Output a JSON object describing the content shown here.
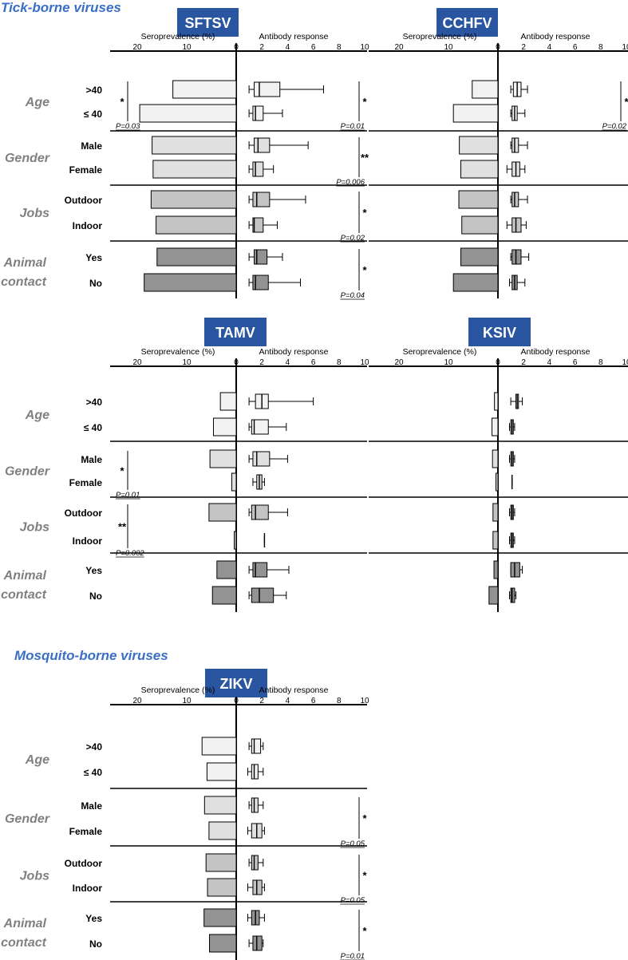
{
  "section_titles": [
    "Tick-borne viruses",
    "Mosquito-borne viruses"
  ],
  "axis_headers": {
    "seroprevalence": "Seroprevalence (%)",
    "antibody": "Antibody response"
  },
  "sero_ticks": [
    "20",
    "10",
    "0"
  ],
  "anti_ticks": [
    "0",
    "2",
    "4",
    "6",
    "8",
    "10"
  ],
  "groups": [
    {
      "title": "Age",
      "rows": [
        ">40",
        "≤ 40"
      ]
    },
    {
      "title": "Gender",
      "rows": [
        "Male",
        "Female"
      ]
    },
    {
      "title": "Jobs",
      "rows": [
        "Outdoor",
        "Indoor"
      ]
    },
    {
      "title": "Animal contact",
      "title_lines": [
        "Animal",
        "contact"
      ],
      "rows": [
        "Yes",
        "No"
      ]
    }
  ],
  "colors": {
    "age": "#f2f2f2",
    "gender": "#e0e0e0",
    "jobs": "#c4c4c4",
    "animal": "#939393",
    "header_bg": "#2a55a0",
    "section_title": "#3a6fc4",
    "group_label": "#808080"
  },
  "chart_data": [
    {
      "type": "bar",
      "virus": "SFTSV",
      "xlim_seroprevalence": [
        0,
        25
      ],
      "xlim_antibody": [
        0,
        10
      ],
      "rows": [
        {
          "group": "Age",
          "category": ">40",
          "seroprevalence": 12.8,
          "box": {
            "min": 1.0,
            "q1": 1.4,
            "median": 1.8,
            "q3": 3.4,
            "max": 6.8
          }
        },
        {
          "group": "Age",
          "category": "≤ 40",
          "seroprevalence": 19.5,
          "box": {
            "min": 1.0,
            "q1": 1.3,
            "median": 1.5,
            "q3": 2.1,
            "max": 3.6
          }
        },
        {
          "group": "Gender",
          "category": "Male",
          "seroprevalence": 17.0,
          "box": {
            "min": 1.0,
            "q1": 1.4,
            "median": 1.7,
            "q3": 2.6,
            "max": 5.6
          }
        },
        {
          "group": "Gender",
          "category": "Female",
          "seroprevalence": 16.8,
          "box": {
            "min": 1.0,
            "q1": 1.3,
            "median": 1.5,
            "q3": 2.1,
            "max": 2.9
          }
        },
        {
          "group": "Jobs",
          "category": "Outdoor",
          "seroprevalence": 17.2,
          "box": {
            "min": 1.0,
            "q1": 1.3,
            "median": 1.6,
            "q3": 2.6,
            "max": 5.4
          }
        },
        {
          "group": "Jobs",
          "category": "Indoor",
          "seroprevalence": 16.2,
          "box": {
            "min": 1.0,
            "q1": 1.3,
            "median": 1.4,
            "q3": 2.1,
            "max": 3.2
          }
        },
        {
          "group": "Animal contact",
          "category": "Yes",
          "seroprevalence": 16.0,
          "box": {
            "min": 1.0,
            "q1": 1.4,
            "median": 1.6,
            "q3": 2.4,
            "max": 3.6
          }
        },
        {
          "group": "Animal contact",
          "category": "No",
          "seroprevalence": 18.6,
          "box": {
            "min": 1.0,
            "q1": 1.3,
            "median": 1.5,
            "q3": 2.5,
            "max": 5.0
          }
        }
      ],
      "significance": [
        {
          "side": "sero",
          "rows": [
            0,
            1
          ],
          "stars": "*",
          "p": "P=0.03"
        },
        {
          "side": "anti",
          "rows": [
            0,
            1
          ],
          "stars": "*",
          "p": "P=0.01"
        },
        {
          "side": "anti",
          "rows": [
            2,
            3
          ],
          "stars": "**",
          "p": "P=0.006"
        },
        {
          "side": "anti",
          "rows": [
            4,
            5
          ],
          "stars": "*",
          "p": "P=0.02"
        },
        {
          "side": "anti",
          "rows": [
            6,
            7
          ],
          "stars": "*",
          "p": "P=0.04"
        }
      ]
    },
    {
      "type": "bar",
      "virus": "CCHFV",
      "xlim_seroprevalence": [
        0,
        25
      ],
      "xlim_antibody": [
        0,
        10
      ],
      "rows": [
        {
          "group": "Age",
          "category": ">40",
          "seroprevalence": 5.2,
          "box": {
            "min": 1.0,
            "q1": 1.2,
            "median": 1.5,
            "q3": 1.8,
            "max": 2.3
          }
        },
        {
          "group": "Age",
          "category": "≤ 40",
          "seroprevalence": 9.0,
          "box": {
            "min": 1.0,
            "q1": 1.1,
            "median": 1.3,
            "q3": 1.5,
            "max": 2.1
          }
        },
        {
          "group": "Gender",
          "category": "Male",
          "seroprevalence": 7.8,
          "box": {
            "min": 1.0,
            "q1": 1.1,
            "median": 1.3,
            "q3": 1.6,
            "max": 2.3
          }
        },
        {
          "group": "Gender",
          "category": "Female",
          "seroprevalence": 7.5,
          "box": {
            "min": 0.7,
            "q1": 1.1,
            "median": 1.4,
            "q3": 1.7,
            "max": 2.1
          }
        },
        {
          "group": "Jobs",
          "category": "Outdoor",
          "seroprevalence": 7.9,
          "box": {
            "min": 1.0,
            "q1": 1.1,
            "median": 1.3,
            "q3": 1.6,
            "max": 2.3
          }
        },
        {
          "group": "Jobs",
          "category": "Indoor",
          "seroprevalence": 7.3,
          "box": {
            "min": 0.7,
            "q1": 1.1,
            "median": 1.4,
            "q3": 1.8,
            "max": 2.2
          }
        },
        {
          "group": "Animal contact",
          "category": "Yes",
          "seroprevalence": 7.5,
          "box": {
            "min": 1.0,
            "q1": 1.1,
            "median": 1.4,
            "q3": 1.8,
            "max": 2.4
          }
        },
        {
          "group": "Animal contact",
          "category": "No",
          "seroprevalence": 9.0,
          "box": {
            "min": 0.9,
            "q1": 1.1,
            "median": 1.3,
            "q3": 1.5,
            "max": 2.1
          }
        }
      ],
      "significance": [
        {
          "side": "anti",
          "rows": [
            0,
            1
          ],
          "stars": "*",
          "p": "P=0.02"
        }
      ]
    },
    {
      "type": "bar",
      "virus": "TAMV",
      "xlim_seroprevalence": [
        0,
        25
      ],
      "xlim_antibody": [
        0,
        10
      ],
      "rows": [
        {
          "group": "Age",
          "category": ">40",
          "seroprevalence": 3.2,
          "box": {
            "min": 1.0,
            "q1": 1.5,
            "median": 2.0,
            "q3": 2.5,
            "max": 6.0
          }
        },
        {
          "group": "Age",
          "category": "≤ 40",
          "seroprevalence": 4.6,
          "box": {
            "min": 1.0,
            "q1": 1.2,
            "median": 1.4,
            "q3": 2.5,
            "max": 3.9
          }
        },
        {
          "group": "Gender",
          "category": "Male",
          "seroprevalence": 5.3,
          "box": {
            "min": 1.0,
            "q1": 1.3,
            "median": 1.6,
            "q3": 2.6,
            "max": 4.0
          }
        },
        {
          "group": "Gender",
          "category": "Female",
          "seroprevalence": 0.9,
          "box": {
            "min": 1.3,
            "q1": 1.6,
            "median": 1.8,
            "q3": 2.0,
            "max": 2.2
          }
        },
        {
          "group": "Jobs",
          "category": "Outdoor",
          "seroprevalence": 5.5,
          "box": {
            "min": 1.0,
            "q1": 1.2,
            "median": 1.5,
            "q3": 2.5,
            "max": 4.0
          }
        },
        {
          "group": "Jobs",
          "category": "Indoor",
          "seroprevalence": 0.4,
          "box": {
            "min": 2.2,
            "q1": 2.2,
            "median": 2.2,
            "q3": 2.2,
            "max": 2.2
          }
        },
        {
          "group": "Animal contact",
          "category": "Yes",
          "seroprevalence": 3.9,
          "box": {
            "min": 1.0,
            "q1": 1.3,
            "median": 1.5,
            "q3": 2.4,
            "max": 4.1
          }
        },
        {
          "group": "Animal contact",
          "category": "No",
          "seroprevalence": 4.8,
          "box": {
            "min": 1.0,
            "q1": 1.2,
            "median": 1.8,
            "q3": 2.9,
            "max": 3.9
          }
        }
      ],
      "significance": [
        {
          "side": "sero",
          "rows": [
            2,
            3
          ],
          "stars": "*",
          "p": "P=0.01"
        },
        {
          "side": "sero",
          "rows": [
            4,
            5
          ],
          "stars": "**",
          "p": "P=0.002"
        }
      ]
    },
    {
      "type": "bar",
      "virus": "KSIV",
      "xlim_seroprevalence": [
        0,
        25
      ],
      "xlim_antibody": [
        0,
        10
      ],
      "rows": [
        {
          "group": "Age",
          "category": ">40",
          "seroprevalence": 0.7,
          "box": {
            "min": 1.0,
            "q1": 1.4,
            "median": 1.5,
            "q3": 1.6,
            "max": 1.9
          }
        },
        {
          "group": "Age",
          "category": "≤ 40",
          "seroprevalence": 1.2,
          "box": {
            "min": 0.9,
            "q1": 1.0,
            "median": 1.1,
            "q3": 1.2,
            "max": 1.3
          }
        },
        {
          "group": "Gender",
          "category": "Male",
          "seroprevalence": 1.1,
          "box": {
            "min": 0.9,
            "q1": 1.0,
            "median": 1.1,
            "q3": 1.2,
            "max": 1.3
          }
        },
        {
          "group": "Gender",
          "category": "Female",
          "seroprevalence": 0.4,
          "box": {
            "min": 1.1,
            "q1": 1.1,
            "median": 1.1,
            "q3": 1.1,
            "max": 1.1
          }
        },
        {
          "group": "Jobs",
          "category": "Outdoor",
          "seroprevalence": 1.0,
          "box": {
            "min": 0.9,
            "q1": 1.0,
            "median": 1.1,
            "q3": 1.2,
            "max": 1.3
          }
        },
        {
          "group": "Jobs",
          "category": "Indoor",
          "seroprevalence": 1.0,
          "box": {
            "min": 0.9,
            "q1": 1.0,
            "median": 1.1,
            "q3": 1.2,
            "max": 1.3
          }
        },
        {
          "group": "Animal contact",
          "category": "Yes",
          "seroprevalence": 0.8,
          "box": {
            "min": 1.0,
            "q1": 1.0,
            "median": 1.3,
            "q3": 1.7,
            "max": 1.9
          }
        },
        {
          "group": "Animal contact",
          "category": "No",
          "seroprevalence": 1.8,
          "box": {
            "min": 0.9,
            "q1": 1.0,
            "median": 1.1,
            "q3": 1.3,
            "max": 1.4
          }
        }
      ],
      "significance": []
    },
    {
      "type": "bar",
      "virus": "ZIKV",
      "xlim_seroprevalence": [
        0,
        25
      ],
      "xlim_antibody": [
        0,
        10
      ],
      "rows": [
        {
          "group": "Age",
          "category": ">40",
          "seroprevalence": 6.9,
          "box": {
            "min": 1.0,
            "q1": 1.2,
            "median": 1.4,
            "q3": 1.9,
            "max": 2.1
          }
        },
        {
          "group": "Age",
          "category": "≤ 40",
          "seroprevalence": 5.9,
          "box": {
            "min": 0.9,
            "q1": 1.2,
            "median": 1.4,
            "q3": 1.7,
            "max": 2.1
          }
        },
        {
          "group": "Gender",
          "category": "Male",
          "seroprevalence": 6.4,
          "box": {
            "min": 1.0,
            "q1": 1.2,
            "median": 1.4,
            "q3": 1.7,
            "max": 2.1
          }
        },
        {
          "group": "Gender",
          "category": "Female",
          "seroprevalence": 5.5,
          "box": {
            "min": 0.9,
            "q1": 1.2,
            "median": 1.6,
            "q3": 2.0,
            "max": 2.2
          }
        },
        {
          "group": "Jobs",
          "category": "Outdoor",
          "seroprevalence": 6.1,
          "box": {
            "min": 1.0,
            "q1": 1.2,
            "median": 1.4,
            "q3": 1.7,
            "max": 2.1
          }
        },
        {
          "group": "Jobs",
          "category": "Indoor",
          "seroprevalence": 5.8,
          "box": {
            "min": 0.9,
            "q1": 1.3,
            "median": 1.6,
            "q3": 2.0,
            "max": 2.2
          }
        },
        {
          "group": "Animal contact",
          "category": "Yes",
          "seroprevalence": 6.5,
          "box": {
            "min": 0.9,
            "q1": 1.2,
            "median": 1.5,
            "q3": 1.8,
            "max": 2.2
          }
        },
        {
          "group": "Animal contact",
          "category": "No",
          "seroprevalence": 5.4,
          "box": {
            "min": 1.0,
            "q1": 1.3,
            "median": 1.6,
            "q3": 2.0,
            "max": 2.1
          }
        }
      ],
      "significance": [
        {
          "side": "anti",
          "rows": [
            2,
            3
          ],
          "stars": "*",
          "p": "P=0.05"
        },
        {
          "side": "anti",
          "rows": [
            4,
            5
          ],
          "stars": "*",
          "p": "P=0.05"
        },
        {
          "side": "anti",
          "rows": [
            6,
            7
          ],
          "stars": "*",
          "p": "P=0.01"
        }
      ]
    }
  ]
}
